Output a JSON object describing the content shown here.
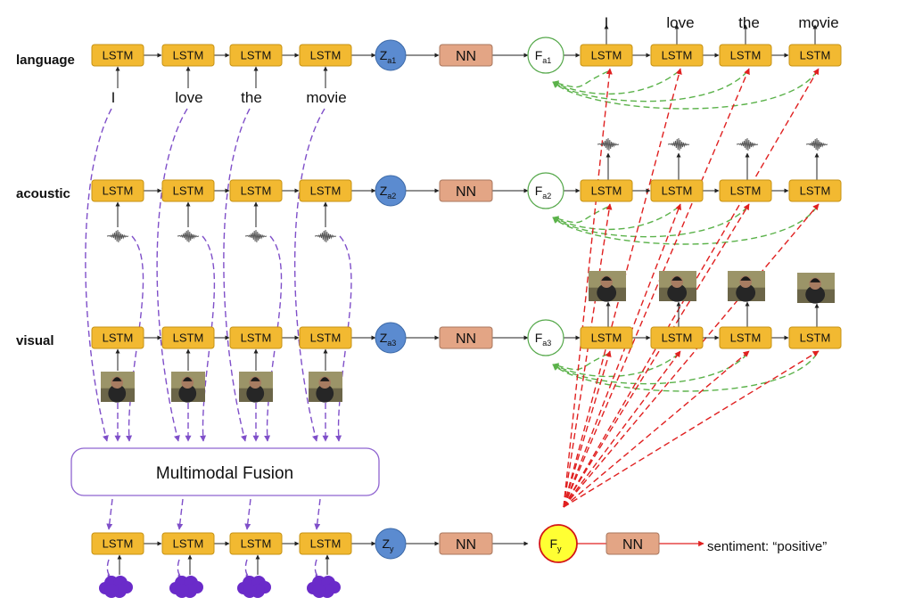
{
  "labels": {
    "language": "language",
    "acoustic": "acoustic",
    "visual": "visual",
    "lstm": "LSTM",
    "nn": "NN",
    "fusion": "Multimodal Fusion",
    "output": "sentiment: “positive”"
  },
  "words": [
    "I",
    "love",
    "the",
    "movie"
  ],
  "latents": [
    {
      "main": "Z",
      "sub": "a1"
    },
    {
      "main": "Z",
      "sub": "a2"
    },
    {
      "main": "Z",
      "sub": "a3"
    },
    {
      "main": "Z",
      "sub": "y"
    }
  ],
  "factors": [
    {
      "main": "F",
      "sub": "a1"
    },
    {
      "main": "F",
      "sub": "a2"
    },
    {
      "main": "F",
      "sub": "a3"
    },
    {
      "main": "F",
      "sub": "y"
    }
  ],
  "icons": {
    "waveform": "audio-waveform-icon",
    "video_frame": "video-frame-icon",
    "cloud": "cloud-icon"
  },
  "colors": {
    "lstm_fill": "#F2B931",
    "lstm_stroke": "#C69214",
    "nn_fill": "#E3A585",
    "nn_stroke": "#A8775E",
    "latent_fill": "#5B8BD0",
    "latent_stroke": "#3D6AA8",
    "factor_stroke": "#55A84A",
    "fy_fill": "#FFFF33",
    "fy_stroke": "#D41515",
    "purple": "#7F4FC9",
    "green": "#5BB24A",
    "red": "#E02020",
    "cloud": "#6A2BC9"
  }
}
